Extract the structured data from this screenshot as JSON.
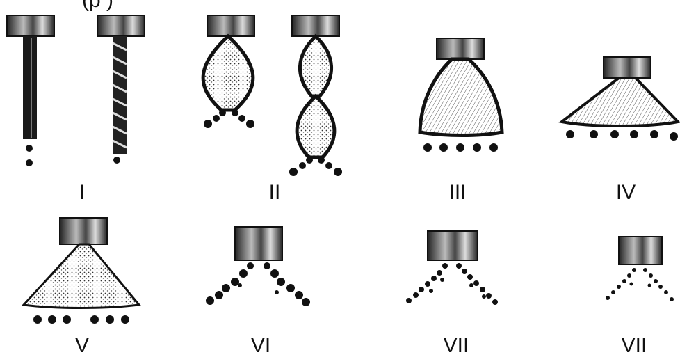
{
  "header_fragment": "(p  )",
  "labels": [
    "I",
    "II",
    "III",
    "IV",
    "V",
    "VI",
    "VII",
    "VII"
  ],
  "colors": {
    "ink": "#111111",
    "paper": "#ffffff"
  }
}
